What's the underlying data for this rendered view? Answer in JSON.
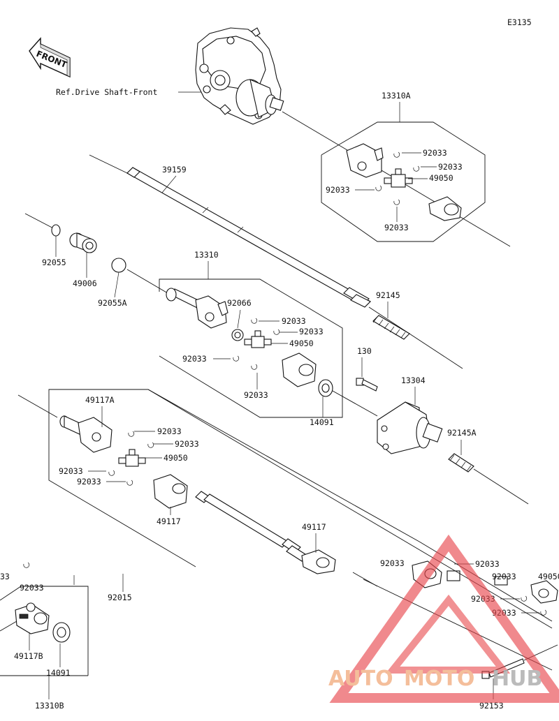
{
  "diagram": {
    "code": "E3135",
    "front_label": "FRONT",
    "ref_note": "Ref.Drive Shaft-Front",
    "parts": {
      "p13310A": "13310A",
      "p92033_a1": "92033",
      "p92033_a2": "92033",
      "p49050_a": "49050",
      "p92033_a3": "92033",
      "p92033_a4": "92033",
      "p39159": "39159",
      "p92055": "92055",
      "p49006": "49006",
      "p92055A": "92055A",
      "p13310": "13310",
      "p92066": "92066",
      "p92033_b1": "92033",
      "p92033_b2": "92033",
      "p49050_b": "49050",
      "p92033_b3": "92033",
      "p92033_b4": "92033",
      "p14091_a": "14091",
      "p92145": "92145",
      "p130": "130",
      "p13304": "13304",
      "p92145A": "92145A",
      "p49117A": "49117A",
      "p92033_c1": "92033",
      "p92033_c2": "92033",
      "p49050_c": "49050",
      "p92033_c3": "92033",
      "p92033_c4": "92033",
      "p49117_a": "49117",
      "p49117_b": "49117",
      "p92033_d1": "92033",
      "p92033_d2": "92033",
      "p92033_d3": "92033",
      "p92033_d4": "92033",
      "p92033_d5": "92033",
      "p49050_d": "49050",
      "p92015": "92015",
      "p49117B": "49117B",
      "p14091_b": "14091",
      "p13310B": "13310B",
      "p92153": "92153",
      "p33": "33",
      "p92033_e": "92033"
    },
    "watermark": {
      "part1": "AUTO",
      "part2": "MOTO",
      "part3": "HUB",
      "color_primary": "#f3b38a",
      "color_triangle": "#e8474c"
    }
  }
}
